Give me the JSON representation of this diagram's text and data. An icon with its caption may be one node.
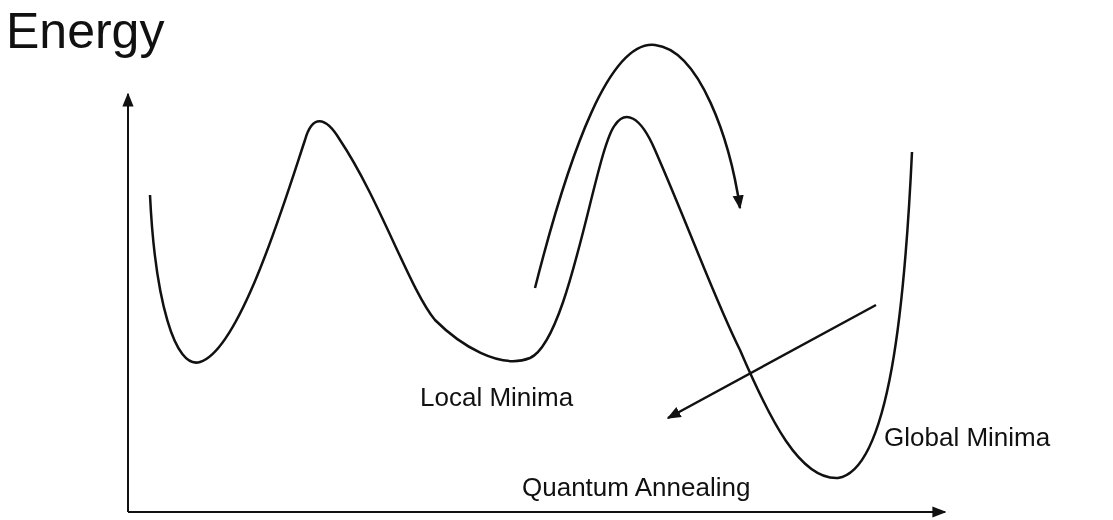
{
  "diagram": {
    "labels": [
      "Energy",
      "Local Minima",
      "Global Minima",
      "Quantum Annealing"
    ]
  }
}
